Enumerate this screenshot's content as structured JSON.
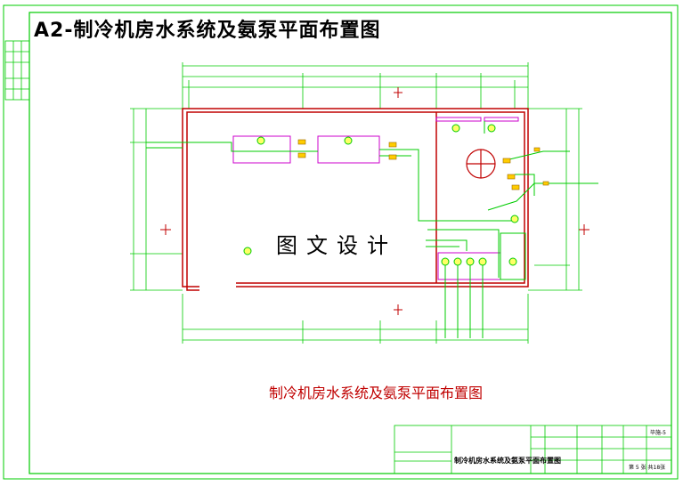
{
  "drawing": {
    "title": "A2-制冷机房水系统及氨泵平面布置图",
    "watermark": "图文设计",
    "caption": "制冷机房水系统及氨泵平面布置图"
  },
  "title_block": {
    "drawing_name": "制冷机房水系统及氨泵平面布置图",
    "sheet_no": "第 5 张 共18张",
    "drawing_code": "毕施-5"
  }
}
